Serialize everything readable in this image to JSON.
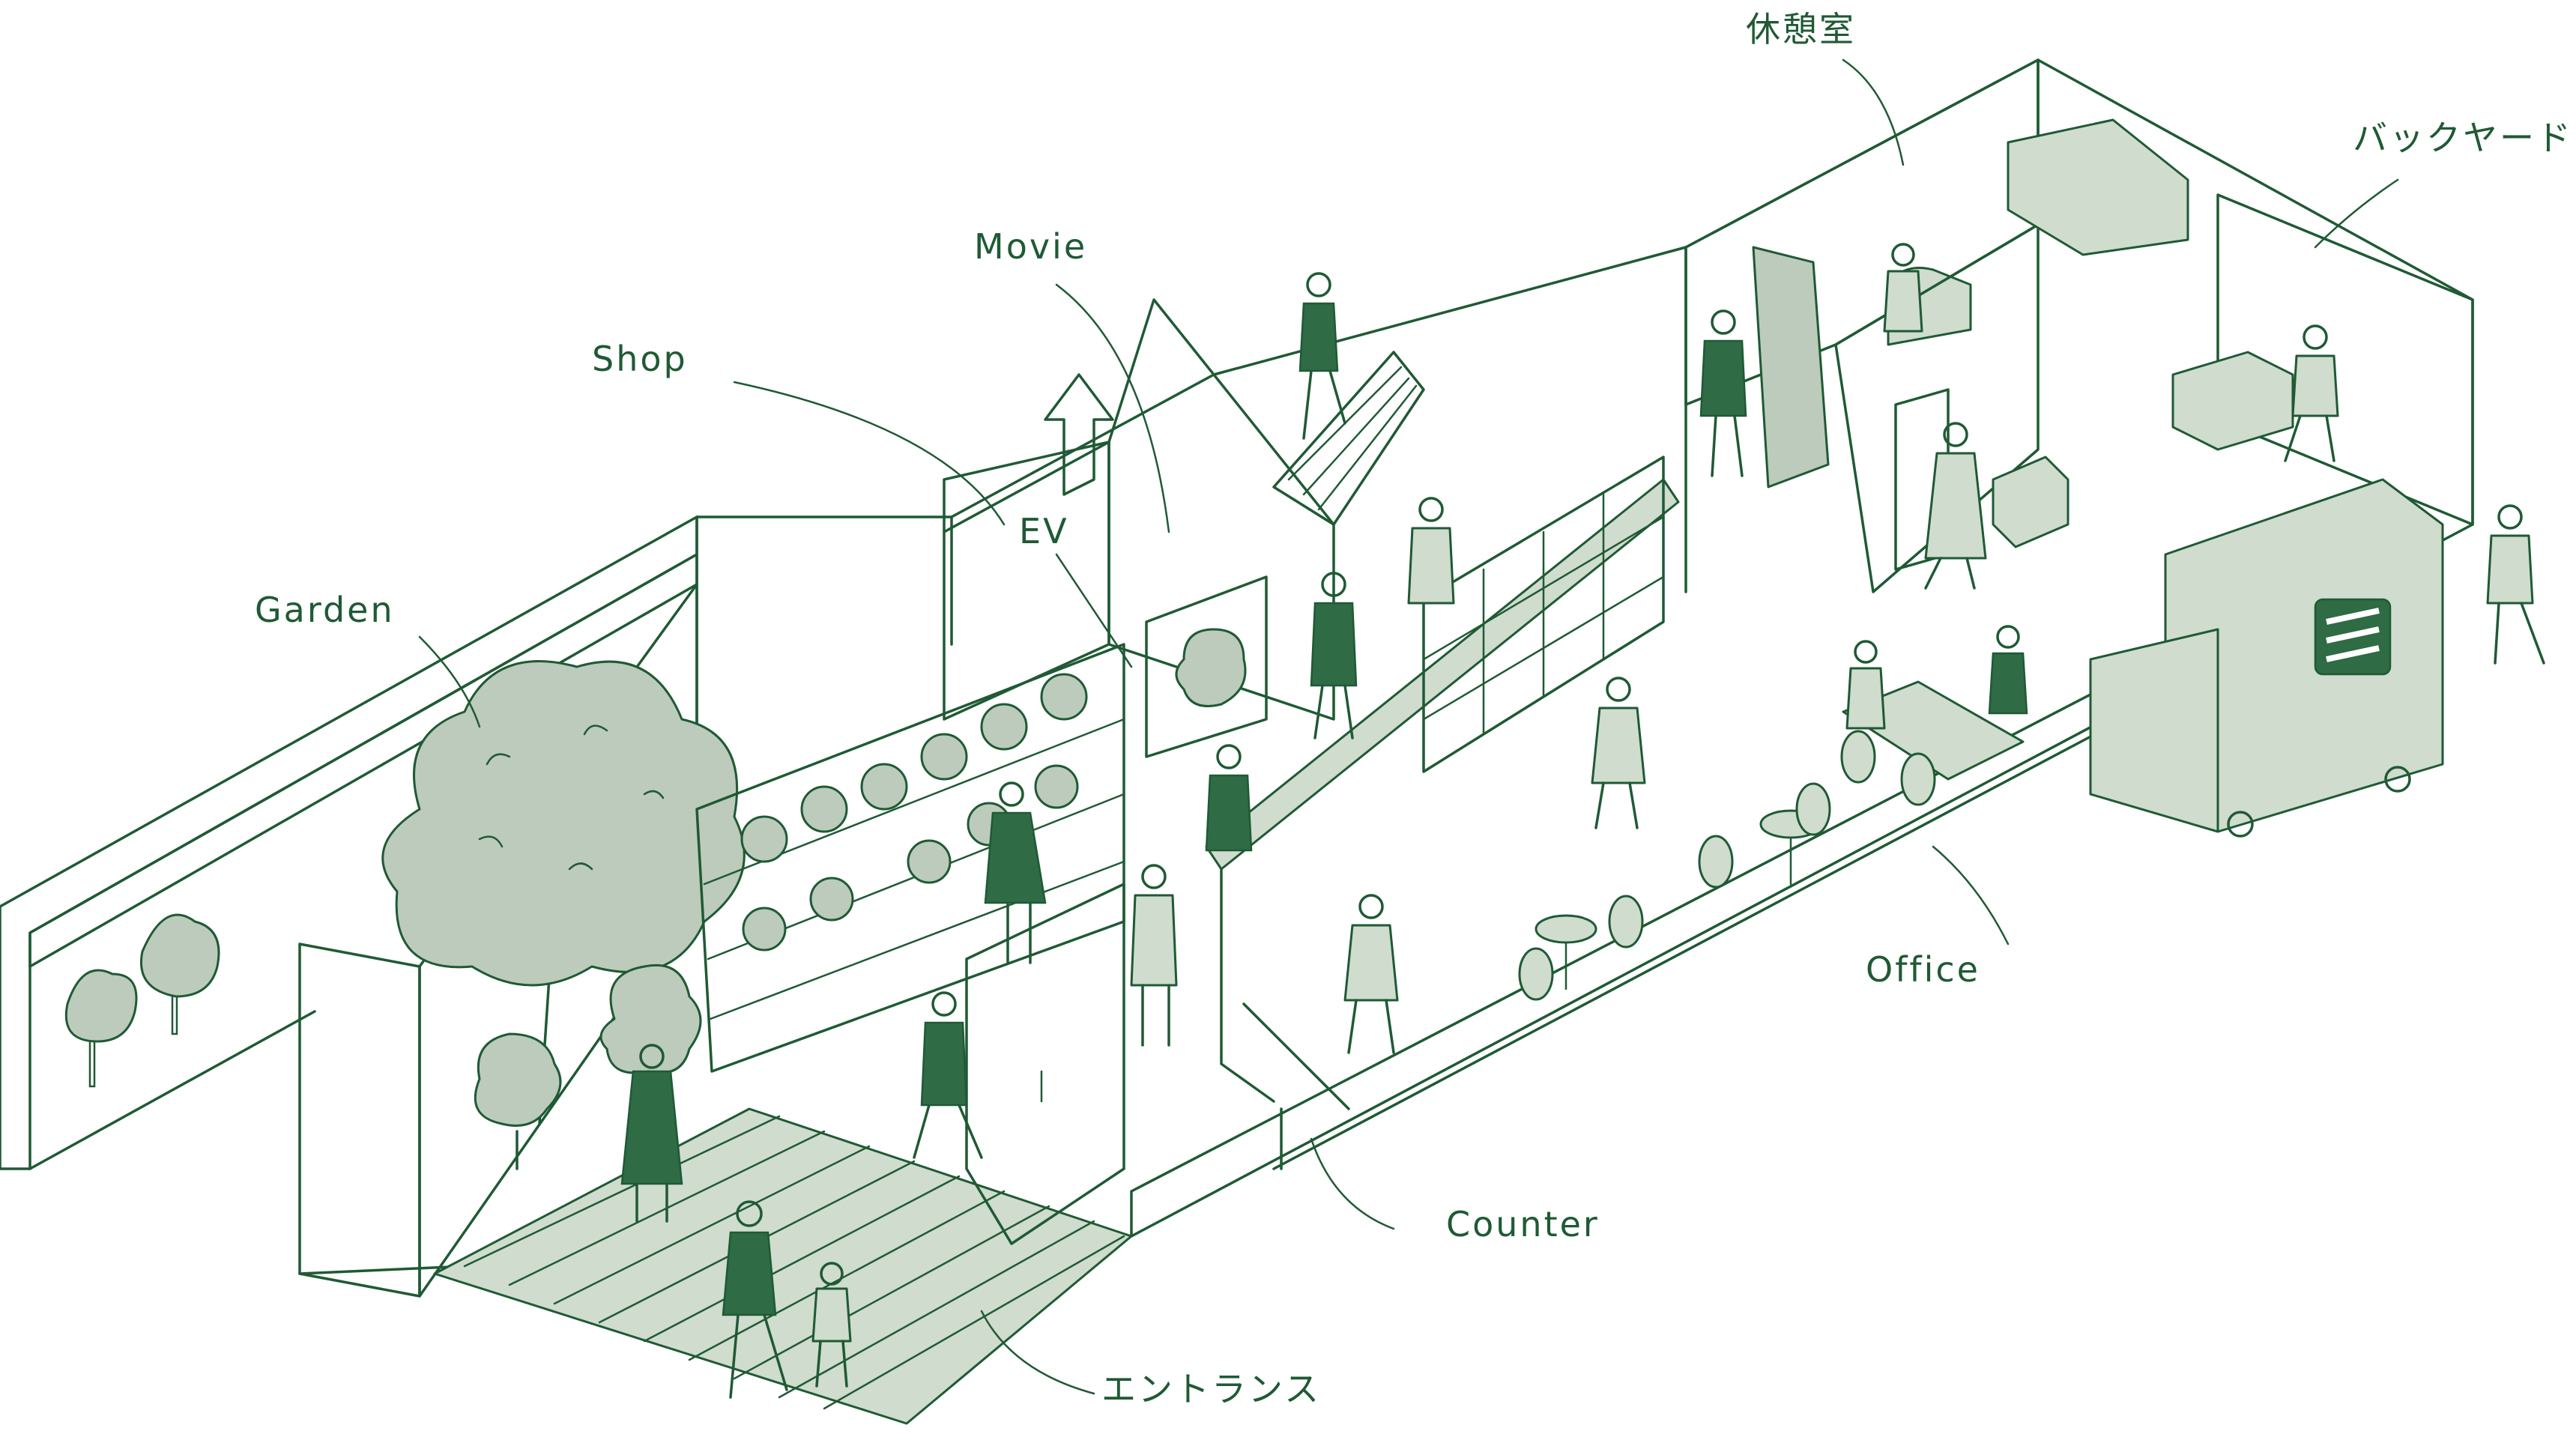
{
  "labels": {
    "garden": "Garden",
    "shop": "Shop",
    "movie": "Movie",
    "ev": "EV",
    "rest_room": "休憩室",
    "backyard": "バックヤード",
    "office": "Office",
    "counter": "Counter",
    "entrance": "エントランス"
  },
  "colors": {
    "ink": "#1f5a34",
    "fill": "#cfdcce",
    "background": "#ffffff"
  },
  "icons": {
    "ev_arrow": "up-arrow-icon",
    "logo": "logo-icon"
  }
}
